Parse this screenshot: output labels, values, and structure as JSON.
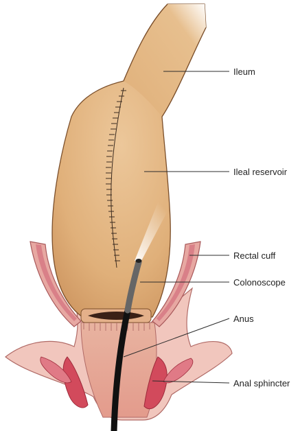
{
  "labels": {
    "ileum": "Ileum",
    "ileal_reservoir": "Ileal reservoir",
    "rectal_cuff": "Rectal cuff",
    "colonoscope": "Colonoscope",
    "anus": "Anus",
    "anal_sphincter": "Anal sphincter"
  },
  "colors": {
    "bowel": "#e2b17c",
    "bowel_outline": "#7a4e2a",
    "cuff_outer": "#e7a8a2",
    "cuff_inner": "#d98088",
    "muscle": "#d24a5c",
    "scope_body": "#111111",
    "scope_tip": "#666666"
  }
}
